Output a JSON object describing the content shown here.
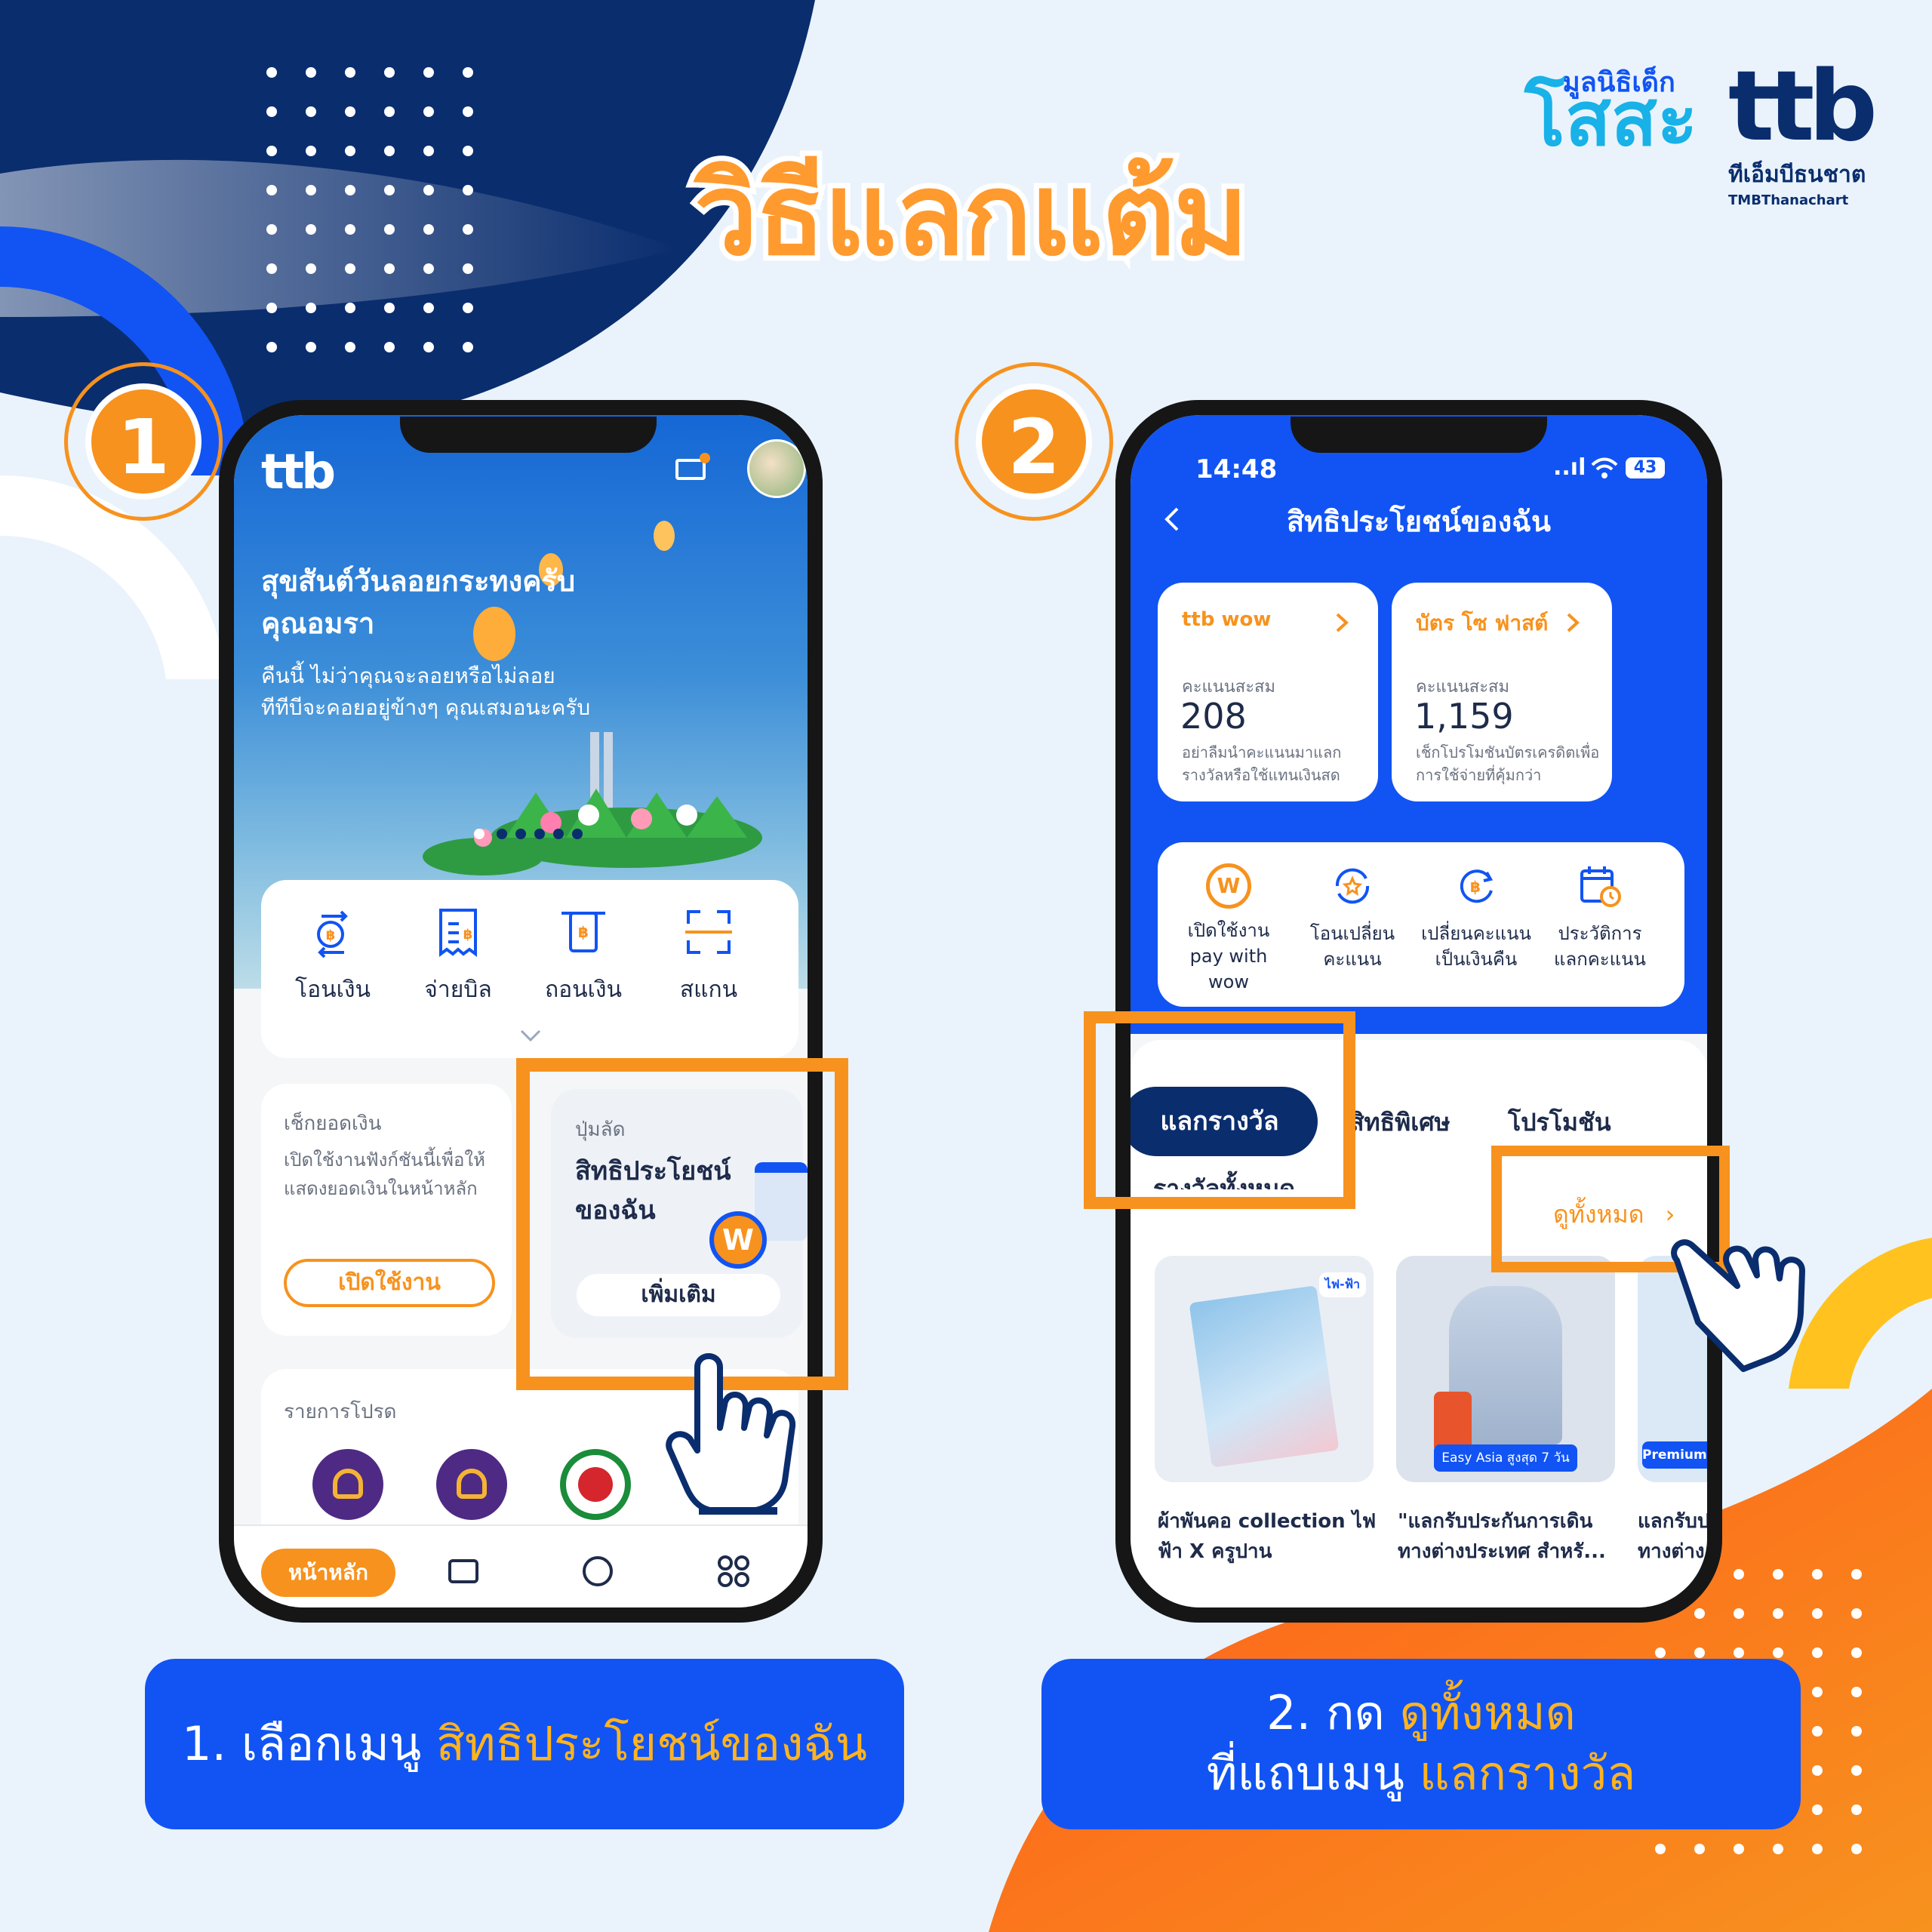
{
  "page_title": "วิธีแลกแต้ม",
  "brand": {
    "foundation_top": "มูลนิธิเด็ก",
    "foundation_main": "โสสะ",
    "bank_logo": "ttb",
    "bank_name_th": "ทีเอ็มบีธนชาต",
    "bank_name_en": "TMBThanachart"
  },
  "steps": [
    {
      "number": "1",
      "caption_prefix": "1. เลือกเมนู ",
      "caption_highlight": "สิทธิประโยชน์ของฉัน"
    },
    {
      "number": "2",
      "caption_line1_prefix": "2. กด ",
      "caption_line1_highlight": "ดูทั้งหมด",
      "caption_line2_prefix": "ที่แถบเมนู ",
      "caption_line2_highlight": "แลกรางวัล"
    }
  ],
  "phone1": {
    "logo": "ttb",
    "greeting_line1": "สุขสันต์วันลอยกระทงครับ",
    "greeting_line2": "คุณอมรา",
    "sub_line1": "คืนนี้ ไม่ว่าคุณจะลอยหรือไม่ลอย",
    "sub_line2": "ทีทีบีจะคอยอยู่ข้างๆ คุณเสมอนะครับ",
    "quick_actions": [
      {
        "label": "โอนเงิน",
        "icon": "transfer-icon"
      },
      {
        "label": "จ่ายบิล",
        "icon": "bill-icon"
      },
      {
        "label": "ถอนเงิน",
        "icon": "withdraw-icon"
      },
      {
        "label": "สแกน",
        "icon": "scan-icon"
      }
    ],
    "balance_card": {
      "title": "เช็กยอดเงิน",
      "desc_line1": "เปิดใช้งานฟังก์ชันนี้เพื่อให้",
      "desc_line2": "แสดงยอดเงินในหน้าหลัก",
      "button": "เปิดใช้งาน"
    },
    "shortcut_card": {
      "title": "ปุ่มลัด",
      "name_line1": "สิทธิประโยชน์",
      "name_line2": "ของฉัน",
      "badge": "W",
      "button": "เพิ่มเติม"
    },
    "favorites_title": "รายการโปรด",
    "nav": {
      "home": "หน้าหลัก"
    }
  },
  "phone2": {
    "time": "14:48",
    "signal": "..ıl",
    "battery": "43",
    "header_title": "สิทธิประโยชน์ของฉัน",
    "wow_card": {
      "title": "ttb wow",
      "label": "คะแนนสะสม",
      "points": "208",
      "note_line1": "อย่าลืมนำคะแนนมาแลก",
      "note_line2": "รางวัลหรือใช้แทนเงินสด"
    },
    "credit_card": {
      "title": "บัตร โซ ฟาสต์",
      "label": "คะแนนสะสม",
      "points": "1,159",
      "note_line1": "เช็กโปรโมชันบัตรเครดิตเพื่อ",
      "note_line2": "การใช้จ่ายที่คุ้มกว่า"
    },
    "actions": [
      {
        "line1": "เปิดใช้งาน",
        "line2": "pay with wow",
        "icon": "wow-icon"
      },
      {
        "line1": "โอนเปลี่ยน",
        "line2": "คะแนน",
        "icon": "exchange-points-icon"
      },
      {
        "line1": "เปลี่ยนคะแนน",
        "line2": "เป็นเงินคืน",
        "icon": "cashback-icon"
      },
      {
        "line1": "ประวัติการ",
        "line2": "แลกคะแนน",
        "icon": "history-icon"
      }
    ],
    "tabs": [
      "แลกรางวัล",
      "สิทธิพิเศษ",
      "โปรโมชัน"
    ],
    "section_title": "รางวัลทั้งหมด",
    "see_all": "ดูทั้งหมด",
    "products": [
      {
        "title_line1": "ผ้าพันคอ collection ไฟ-",
        "title_line2": "ฟ้า X ครูปาน",
        "tag": "ไฟ-ฟ้า"
      },
      {
        "title_line1": "\"แลกรับประกันการเดิน",
        "title_line2": "ทางต่างประเทศ สำหรั...",
        "tag": "Easy Asia สูงสุด 7 วัน"
      },
      {
        "title_line1": "แลกรับป",
        "title_line2": "ทางต่าง",
        "tag": "Premium"
      }
    ]
  },
  "colors": {
    "blue": "#1154f3",
    "navy": "#0a2d6e",
    "orange": "#f7921e",
    "yellow": "#ffb31f"
  }
}
